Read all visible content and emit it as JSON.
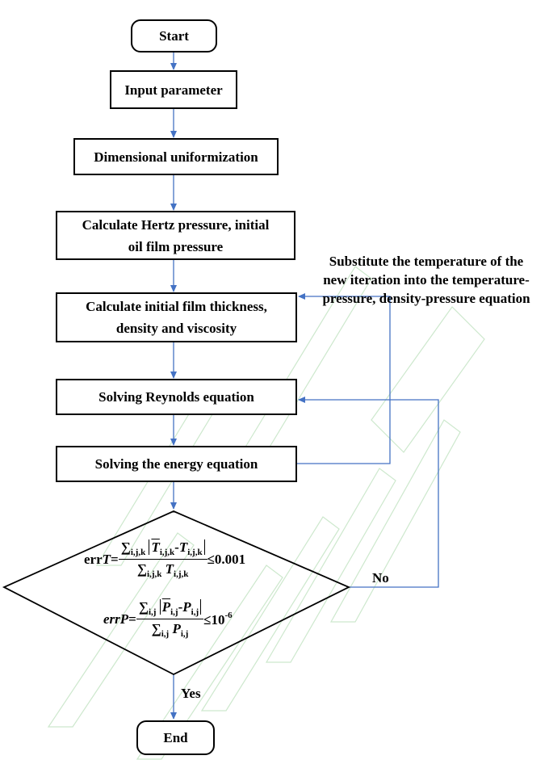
{
  "nodes": {
    "start": "Start",
    "input": "Input parameter",
    "dimensional": "Dimensional uniformization",
    "hertz_line1": "Calculate Hertz pressure, initial",
    "hertz_line2": "oil film pressure",
    "film_line1": "Calculate initial film thickness,",
    "film_line2": "density and viscosity",
    "reynolds": "Solving Reynolds equation",
    "energy": "Solving the energy equation",
    "end": "End"
  },
  "annotation": {
    "line1": "Substitute the temperature of the",
    "line2": "new iteration into the temperature-",
    "line3": "pressure, density-pressure equation"
  },
  "decision": {
    "errT_prefix": "err",
    "errT_var": "T",
    "errT_eq": "=",
    "errT_num_sum": "∑",
    "errT_num_idx": "i,j,k",
    "errT_num_a": "T",
    "errT_num_a_idx": "i,j,k",
    "errT_num_minus": "-",
    "errT_num_b": "T",
    "errT_num_b_idx": "i,j,k",
    "errT_den_sum": "∑",
    "errT_den_idx": "i,j,k",
    "errT_den_var": "T",
    "errT_den_var_idx": "i,j,k",
    "errT_limit": "≤0.001",
    "errP_prefix": "err",
    "errP_var": "P",
    "errP_eq": "=",
    "errP_num_sum": "∑",
    "errP_num_idx": "i,j",
    "errP_num_a": "P",
    "errP_num_a_idx": "i,j",
    "errP_num_minus": "-",
    "errP_num_b": "P",
    "errP_num_b_idx": "i,j",
    "errP_den_sum": "∑",
    "errP_den_idx": "i,j",
    "errP_den_var": "P",
    "errP_den_var_idx": "i,j",
    "errP_limit_base": "≤10",
    "errP_limit_exp": "-6"
  },
  "edges": {
    "no_label": "No",
    "yes_label": "Yes"
  },
  "colors": {
    "arrow": "#4472C4",
    "box_border": "#000000",
    "watermark": "#c8e6c8"
  }
}
